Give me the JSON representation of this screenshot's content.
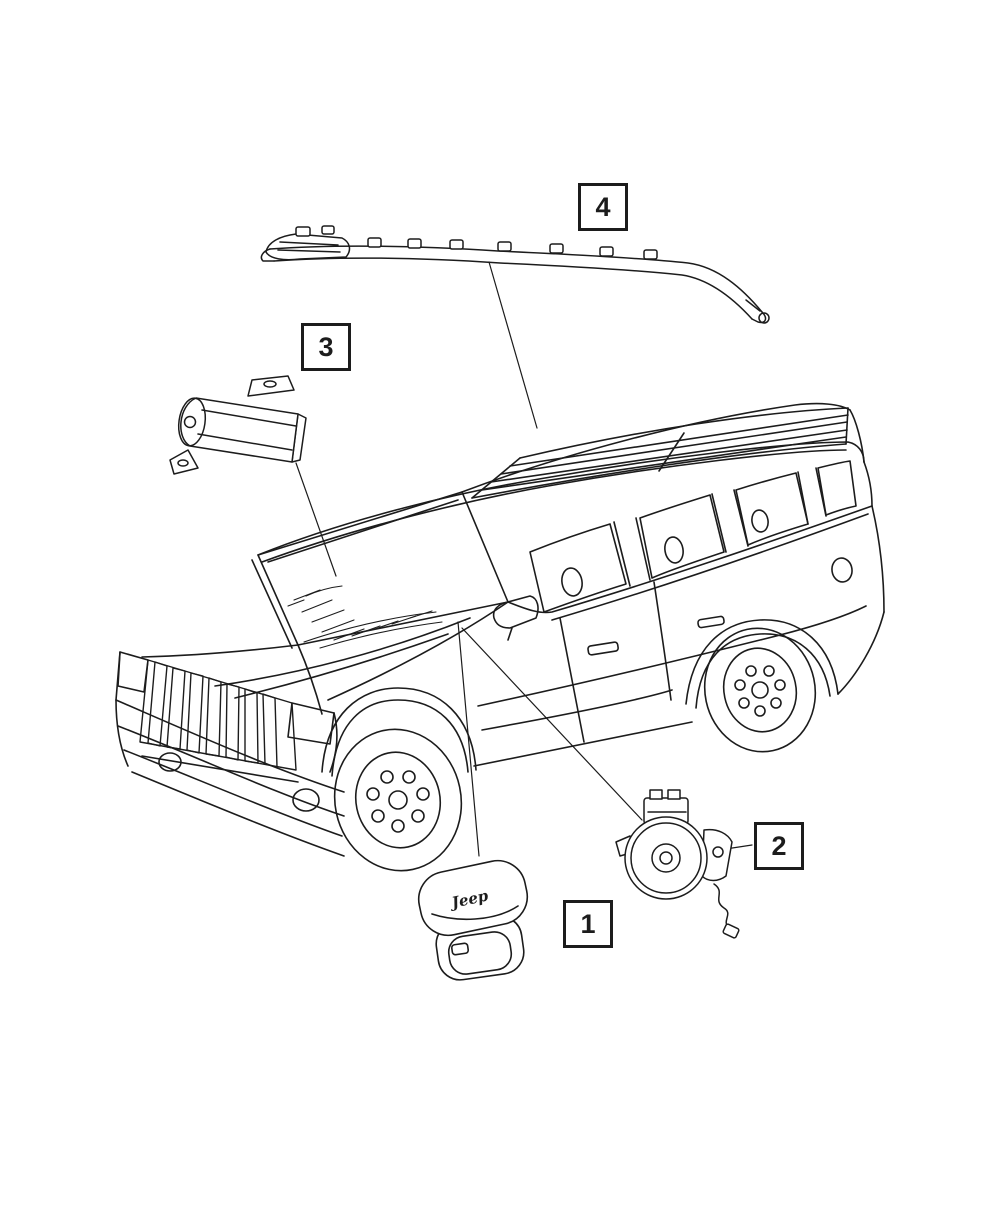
{
  "diagram": {
    "type": "vehicle-parts-line-art",
    "vehicle": "jeep-grand-cherokee-suv",
    "background_color": "#ffffff",
    "line_color": "#1c1c1c"
  },
  "callouts": [
    {
      "label": "1",
      "part": "driver-air-bag-module"
    },
    {
      "label": "2",
      "part": "clock-spring"
    },
    {
      "label": "3",
      "part": "passenger-air-bag-module"
    },
    {
      "label": "4",
      "part": "side-curtain-air-bag"
    }
  ],
  "parts": {
    "driver_airbag_logo": "Jeep"
  }
}
